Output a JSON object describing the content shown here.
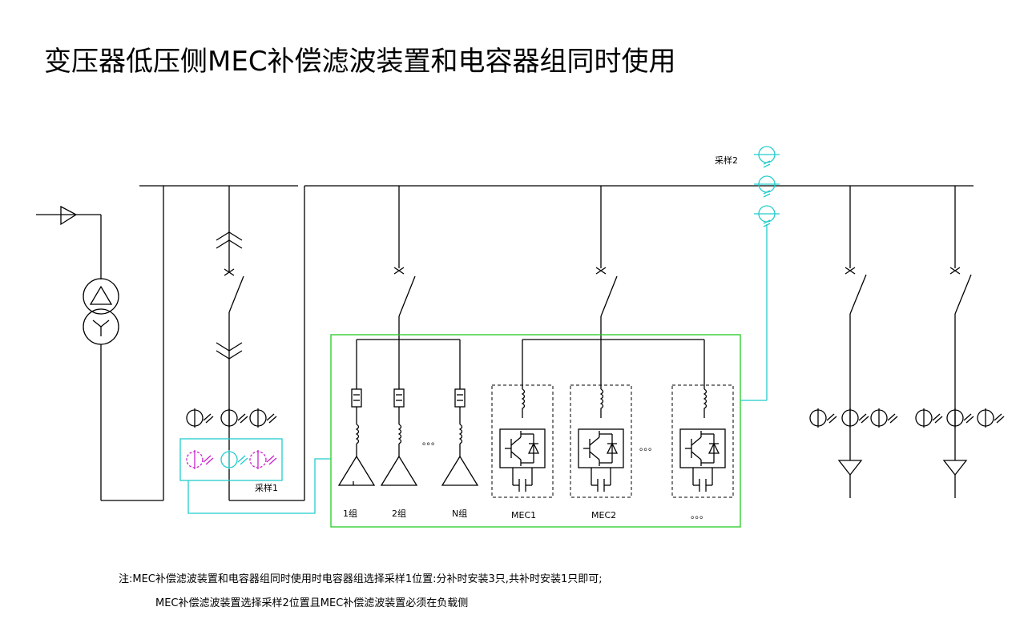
{
  "title": "变压器低压侧MEC补偿滤波装置和电容器组同时使用",
  "labels": {
    "sample1": "采样1",
    "sample2": "采样2",
    "group1": "1组",
    "group2": "2组",
    "groupN": "N组",
    "mec1": "MEC1",
    "mec2": "MEC2",
    "dots": "。。。"
  },
  "notes": {
    "line1": "注:MEC补偿滤波装置和电容器组同时使用时电容器组选择采样1位置:分补时安装3只,共补时安装1只即可;",
    "line2": "MEC补偿滤波装置选择采样2位置且MEC补偿滤波装置必须在负载侧"
  },
  "colors": {
    "wire": "#000000",
    "sampling": "#22cccc",
    "frame": "#22cc22",
    "ct_optional": "#cc22cc"
  }
}
